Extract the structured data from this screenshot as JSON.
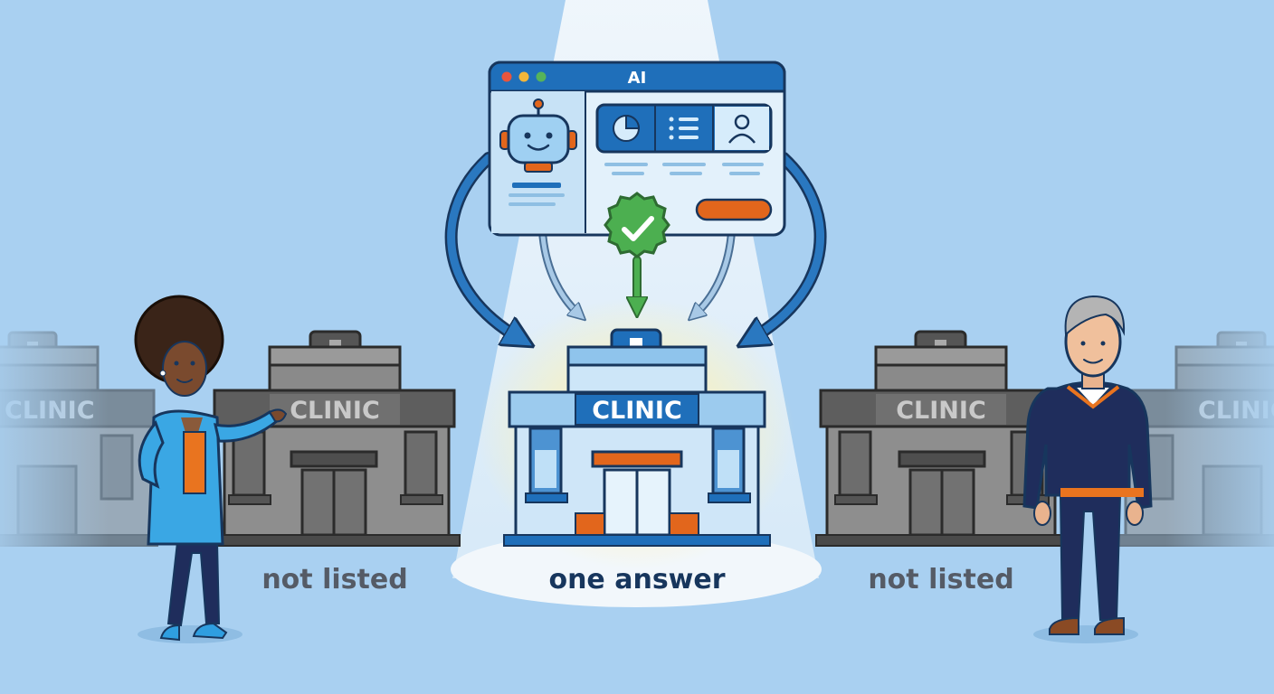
{
  "window": {
    "title": "AI",
    "dot_colors": [
      "#e8553d",
      "#f2b63a",
      "#56b35a"
    ]
  },
  "clinics": {
    "sign_text": "CLINIC",
    "left_label": "not listed",
    "center_label": "one answer",
    "right_label": "not listed"
  },
  "colors": {
    "background": "#a9d0f1",
    "accent_blue": "#1f6fba",
    "accent_orange": "#e2661c",
    "check_green": "#4caf50",
    "gray_building": "#6b6b6b",
    "outline": "#17365d"
  },
  "icons": [
    "robot-icon",
    "pie-chart-icon",
    "list-icon",
    "user-icon",
    "check-badge-icon",
    "medical-cross-icon"
  ]
}
